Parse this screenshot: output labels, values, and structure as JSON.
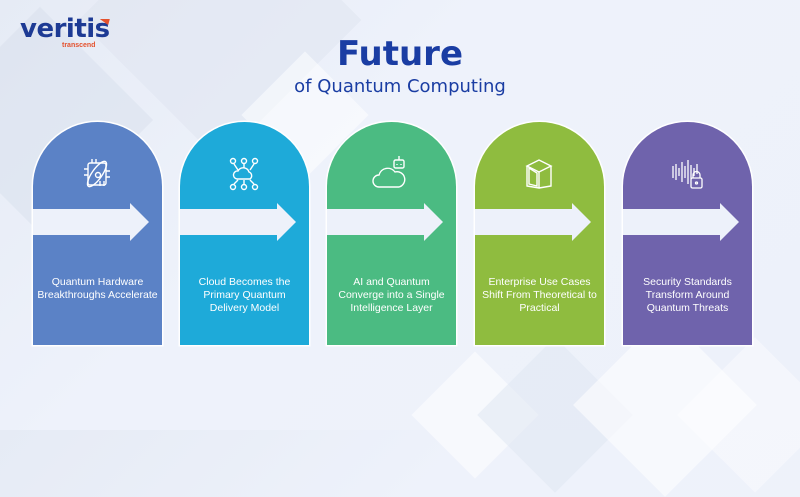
{
  "brand": {
    "name": "veritis",
    "tagline": "transcend"
  },
  "header": {
    "title": "Future",
    "subtitle": "of Quantum Computing"
  },
  "colors": {
    "title": "#1a3da3",
    "background": "#ecf0fa",
    "brand_accent": "#e4512d"
  },
  "cards": [
    {
      "label": "Quantum Hardware Breakthroughs Accelerate",
      "icon": "quantum-chip-icon",
      "color": "#5b82c6"
    },
    {
      "label": "Cloud Becomes the Primary Quantum Delivery Model",
      "icon": "cloud-network-icon",
      "color": "#1eaad9"
    },
    {
      "label": "AI and Quantum Converge into a Single Intelligence Layer",
      "icon": "cloud-robot-icon",
      "color": "#4bbb82"
    },
    {
      "label": "Enterprise Use Cases Shift From Theoretical to Practical",
      "icon": "cube-icon",
      "color": "#8fbc3f"
    },
    {
      "label": "Security Standards Transform Around Quantum Threats",
      "icon": "soundwave-lock-icon",
      "color": "#6f63ac"
    }
  ]
}
